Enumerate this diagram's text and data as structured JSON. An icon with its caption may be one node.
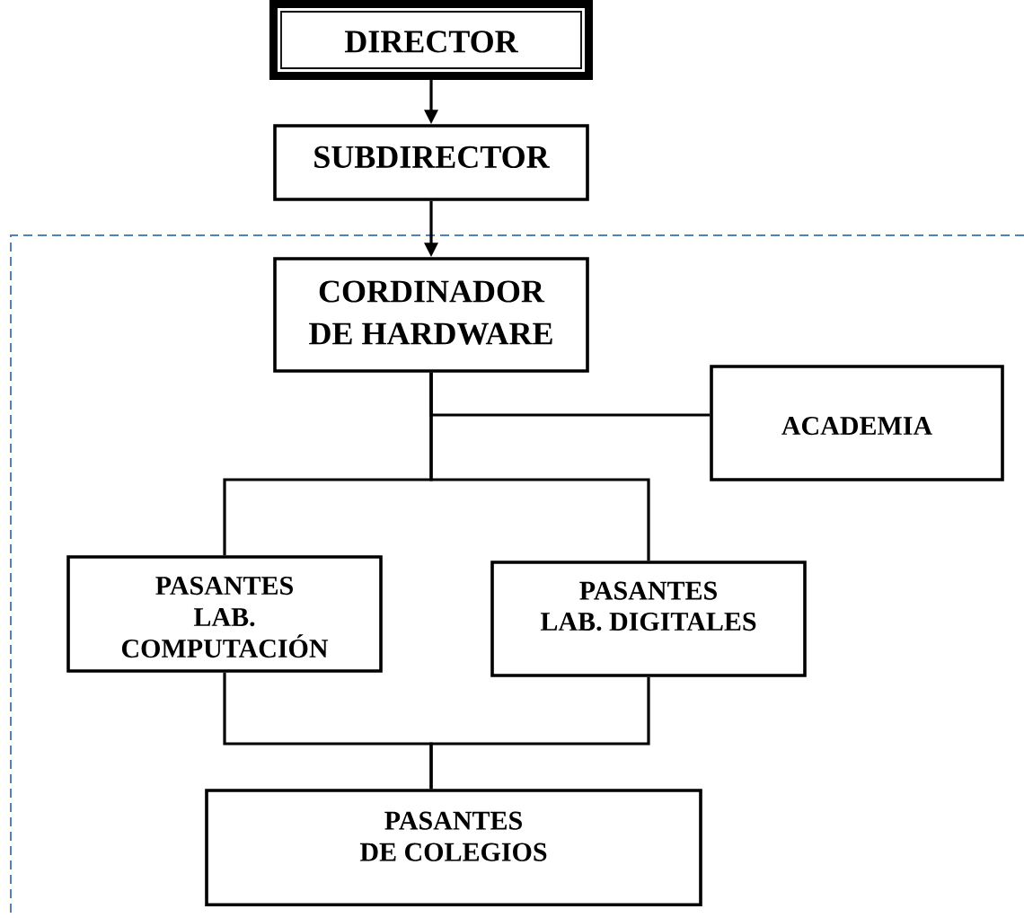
{
  "diagram": {
    "nodes": [
      {
        "text": [
          "DIRECTOR"
        ]
      },
      {
        "text": [
          "SUBDIRECTOR"
        ]
      },
      {
        "text": [
          "CORDINADOR DE HARDWARE"
        ]
      },
      {
        "text": [
          "ACADEMIA"
        ]
      },
      {
        "text": [
          "PASANTES LAB. COMPUTACIÓN"
        ]
      },
      {
        "text": [
          "PASANTES LAB. DIGITALES"
        ]
      },
      {
        "text": [
          "PASANTES DE COLEGIOS"
        ]
      }
    ],
    "edges": [
      {
        "from": 0,
        "to": 1,
        "arrow": "to"
      },
      {
        "from": 1,
        "to": 2,
        "arrow": "to"
      },
      {
        "from": 2,
        "to": 3,
        "arrow": "none"
      },
      {
        "from": 2,
        "to": 4,
        "arrow": "none"
      },
      {
        "from": 2,
        "to": 5,
        "arrow": "none"
      },
      {
        "from": 4,
        "to": 6,
        "arrow": "none"
      },
      {
        "from": 5,
        "to": 6,
        "arrow": "none"
      }
    ]
  }
}
